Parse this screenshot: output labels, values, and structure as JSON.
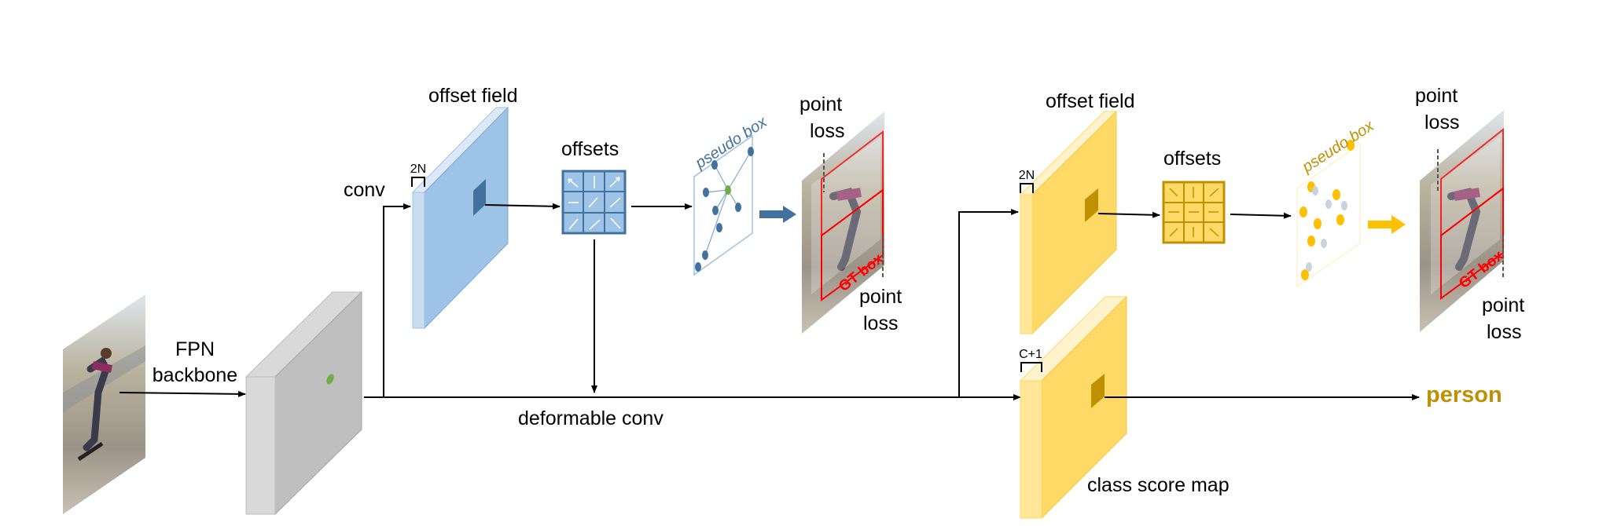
{
  "labels": {
    "fpn_backbone_line1": "FPN",
    "fpn_backbone_line2": "backbone",
    "conv": "conv",
    "deformable_conv": "deformable conv",
    "offset_field_1": "offset field",
    "offsets_1": "offsets",
    "pseudo_box_1": "pseudo box",
    "point_loss_top_1_line1": "point",
    "point_loss_top_1_line2": "loss",
    "point_loss_bottom_1_line1": "point",
    "point_loss_bottom_1_line2": "loss",
    "gt_box_1": "GT box",
    "offset_field_2": "offset field",
    "offsets_2": "offsets",
    "pseudo_box_2": "pseudo box",
    "point_loss_top_2_line1": "point",
    "point_loss_top_2_line2": "loss",
    "point_loss_bottom_2_line1": "point",
    "point_loss_bottom_2_line2": "loss",
    "gt_box_2": "GT box",
    "class_score_map": "class score map",
    "output_class": "person",
    "dim_2n_1": "2N",
    "dim_2n_2": "2N",
    "dim_c1": "C+1"
  },
  "colors": {
    "blue_stage": "#9dc3e6",
    "blue_dark": "#41719c",
    "yellow_stage": "#ffd966",
    "yellow_dark": "#bf9000",
    "gray_backbone": "#bfbfbf",
    "gt_box": "#ff0000",
    "person_text": "#bf9000",
    "feature_point": "#70ad47"
  }
}
